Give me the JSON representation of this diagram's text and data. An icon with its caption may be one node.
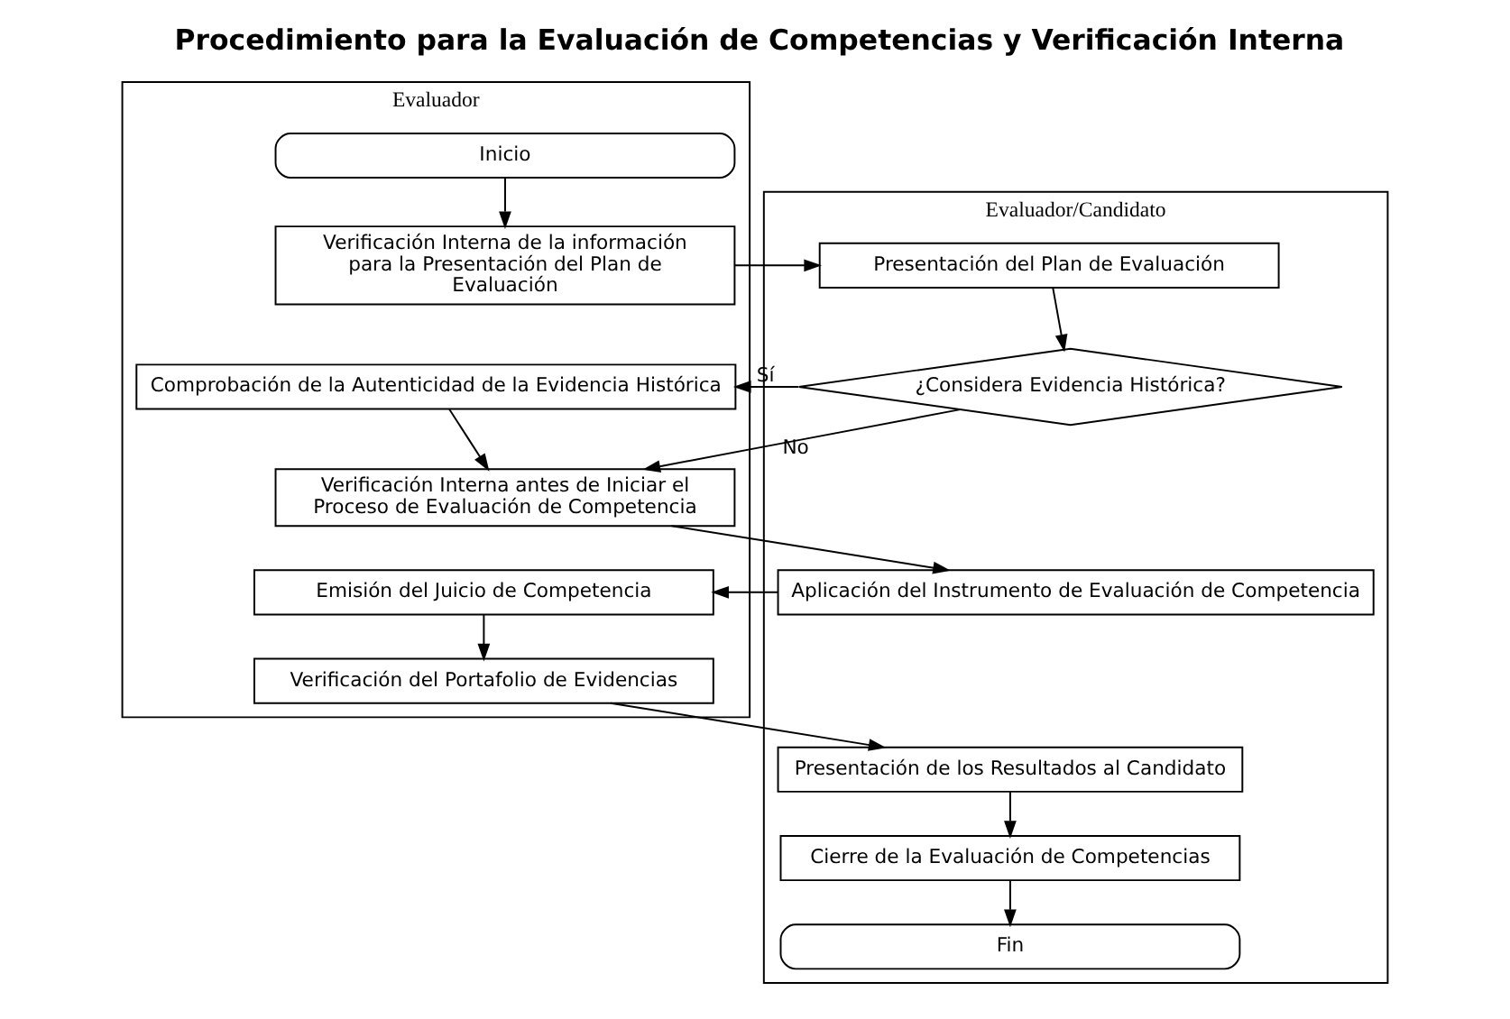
{
  "diagram": {
    "title": "Procedimiento para la Evaluación de Competencias y Verificación Interna",
    "nodes": [
      {
        "text": [
          "Evaluador"
        ]
      },
      {
        "text": [
          "Evaluador/Candidato"
        ]
      },
      {
        "text": [
          "Inicio"
        ],
        "in": 0
      },
      {
        "text": [
          "Verificación Interna de la información para la Presentación del Plan de Evaluación"
        ],
        "in": 0
      },
      {
        "text": [
          "Presentación del Plan de Evaluación"
        ],
        "in": 1
      },
      {
        "text": [
          "Comprobación de la Autenticidad de la Evidencia Histórica"
        ],
        "in": 0
      },
      {
        "text": [
          "¿Considera Evidencia Histórica?"
        ],
        "in": 1
      },
      {
        "text": [
          "Verificación Interna antes de Iniciar el Proceso de Evaluación de Competencia"
        ],
        "in": 0
      },
      {
        "text": [
          "Aplicación del Instrumento de Evaluación de Competencia"
        ],
        "in": 1
      },
      {
        "text": [
          "Emisión del Juicio de Competencia"
        ],
        "in": 0
      },
      {
        "text": [
          "Verificación del Portafolio de Evidencias"
        ],
        "in": 0
      },
      {
        "text": [
          "Presentación de los Resultados al Candidato"
        ],
        "in": 1
      },
      {
        "text": [
          "Cierre de la Evaluación de Competencias"
        ],
        "in": 1
      },
      {
        "text": [
          "Fin"
        ],
        "in": 1
      }
    ],
    "edges": [
      {
        "from": 2,
        "to": 3,
        "arrow": "to"
      },
      {
        "from": 3,
        "to": 4,
        "arrow": "to"
      },
      {
        "from": 4,
        "to": 6,
        "arrow": "to"
      },
      {
        "from": 6,
        "to": 5,
        "arrow": "to",
        "label": "Sí"
      },
      {
        "from": 5,
        "to": 7,
        "arrow": "to"
      },
      {
        "from": 6,
        "to": 7,
        "arrow": "to",
        "label": "No"
      },
      {
        "from": 7,
        "to": 8,
        "arrow": "to"
      },
      {
        "from": 8,
        "to": 9,
        "arrow": "to"
      },
      {
        "from": 9,
        "to": 10,
        "arrow": "to"
      },
      {
        "from": 10,
        "to": 11,
        "arrow": "to"
      },
      {
        "from": 11,
        "to": 12,
        "arrow": "to"
      },
      {
        "from": 12,
        "to": 13,
        "arrow": "to"
      }
    ]
  }
}
